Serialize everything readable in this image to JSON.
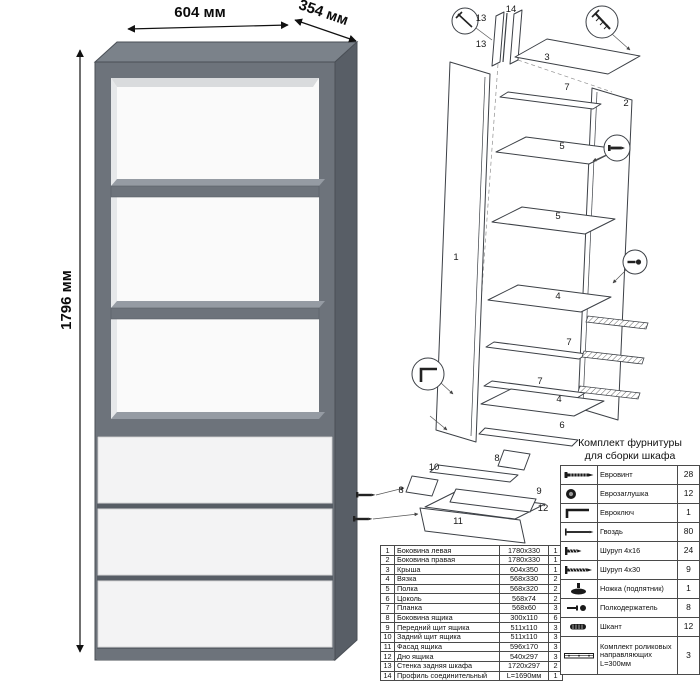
{
  "dimensions": {
    "width": "604 мм",
    "depth": "354 мм",
    "height": "1796 мм"
  },
  "parts_table": {
    "rows": [
      {
        "num": "1",
        "name": "Боковина левая",
        "size": "1780x330",
        "qty": "1"
      },
      {
        "num": "2",
        "name": "Боковина правая",
        "size": "1780x330",
        "qty": "1"
      },
      {
        "num": "3",
        "name": "Крыша",
        "size": "604x350",
        "qty": "1"
      },
      {
        "num": "4",
        "name": "Вязка",
        "size": "568x330",
        "qty": "2"
      },
      {
        "num": "5",
        "name": "Полка",
        "size": "568x320",
        "qty": "2"
      },
      {
        "num": "6",
        "name": "Цоколь",
        "size": "568x74",
        "qty": "2"
      },
      {
        "num": "7",
        "name": "Планка",
        "size": "568x60",
        "qty": "3"
      },
      {
        "num": "8",
        "name": "Боковина ящика",
        "size": "300x110",
        "qty": "6"
      },
      {
        "num": "9",
        "name": "Передний щит ящика",
        "size": "511x110",
        "qty": "3"
      },
      {
        "num": "10",
        "name": "Задний щит ящика",
        "size": "511x110",
        "qty": "3"
      },
      {
        "num": "11",
        "name": "Фасад ящика",
        "size": "596x170",
        "qty": "3"
      },
      {
        "num": "12",
        "name": "Дно ящика",
        "size": "540x297",
        "qty": "3"
      },
      {
        "num": "13",
        "name": "Стенка задняя шкафа",
        "size": "1720x297",
        "qty": "2"
      },
      {
        "num": "14",
        "name": "Профиль соединительный",
        "size": "L=1690мм",
        "qty": "1"
      }
    ]
  },
  "hardware": {
    "title_line1": "Комплект фурнитуры",
    "title_line2": "для сборки шкафа",
    "items": [
      {
        "name": "Евровинт",
        "qty": "28",
        "icon": "confirmat-screw-icon"
      },
      {
        "name": "Еврозаглушка",
        "qty": "12",
        "icon": "cap-icon"
      },
      {
        "name": "Евроключ",
        "qty": "1",
        "icon": "hex-key-icon"
      },
      {
        "name": "Гвоздь",
        "qty": "80",
        "icon": "nail-icon"
      },
      {
        "name": "Шуруп 4x16",
        "qty": "24",
        "icon": "screw-short-icon"
      },
      {
        "name": "Шуруп 4x30",
        "qty": "9",
        "icon": "screw-long-icon"
      },
      {
        "name": "Ножка (подпятник)",
        "qty": "1",
        "icon": "foot-icon"
      },
      {
        "name": "Полкодержатель",
        "qty": "8",
        "icon": "shelf-pin-icon"
      },
      {
        "name": "Шкант",
        "qty": "12",
        "icon": "dowel-icon"
      },
      {
        "name": "Комплект роликовых направляющих L=300мм",
        "qty": "3",
        "icon": "drawer-rail-icon"
      }
    ]
  },
  "diagram": {
    "labels": {
      "n13a": "13",
      "n14": "14",
      "n13b": "13",
      "n3": "3",
      "n7a": "7",
      "n2": "2",
      "n5a": "5",
      "n5b": "5",
      "n1": "1",
      "n4a": "4",
      "n7b": "7",
      "n7c": "7",
      "n4b": "4",
      "n6": "6",
      "n10": "10",
      "n8a": "8",
      "n8b": "8",
      "n9": "9",
      "n11": "11",
      "n12": "12"
    }
  }
}
